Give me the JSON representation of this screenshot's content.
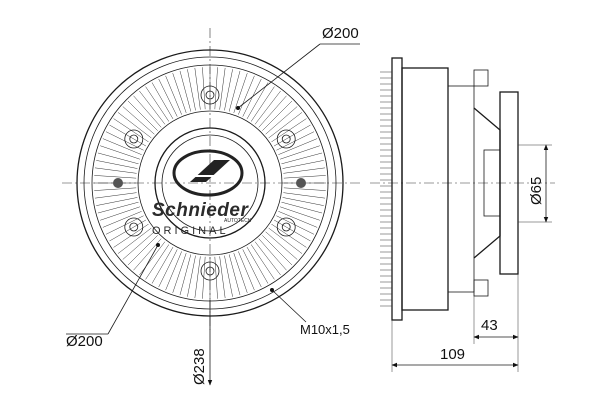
{
  "front_view": {
    "dimension_outer_diameter": "Ø200",
    "dimension_inner_diameter": "Ø200",
    "dimension_thread": "M10x1,5",
    "dimension_overall_diameter": "Ø238",
    "logo": {
      "brand_name": "Schnieder",
      "brand_tagline": "AUTOTECH",
      "brand_mark": "ORIGINAL"
    }
  },
  "side_view": {
    "dimension_hub_diameter": "Ø65",
    "dimension_hub_length": "43",
    "dimension_overall_length": "109"
  }
}
